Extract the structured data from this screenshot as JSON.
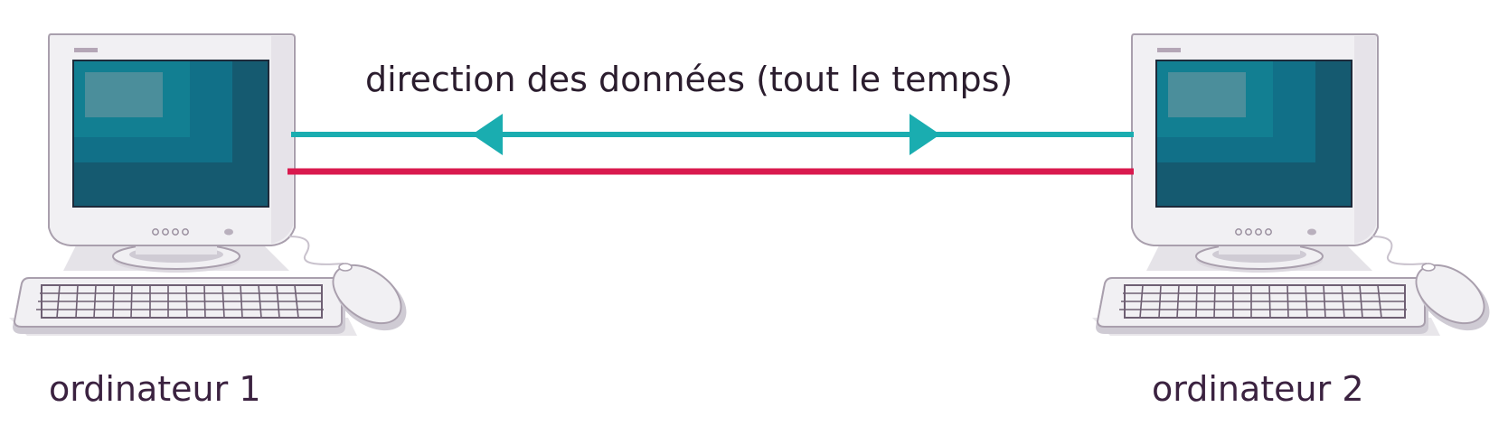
{
  "diagram": {
    "direction_label": "direction des données (tout le temps)",
    "computer_1_label": "ordinateur 1",
    "computer_2_label": "ordinateur 2"
  },
  "colors": {
    "data_line": "#1aadb0",
    "cable_line": "#d91a4e",
    "screen_dark": "#135c72",
    "screen_mid": "#0f6c80",
    "screen_light": "#4b8e9b",
    "casing": "#f1f0f3",
    "casing_shadow": "#cfcbd4",
    "outline": "#a99fad",
    "text": "#2f1a33"
  },
  "icons": [
    "computer-icon",
    "keyboard-icon",
    "mouse-icon",
    "arrow-left-icon",
    "arrow-right-icon"
  ]
}
